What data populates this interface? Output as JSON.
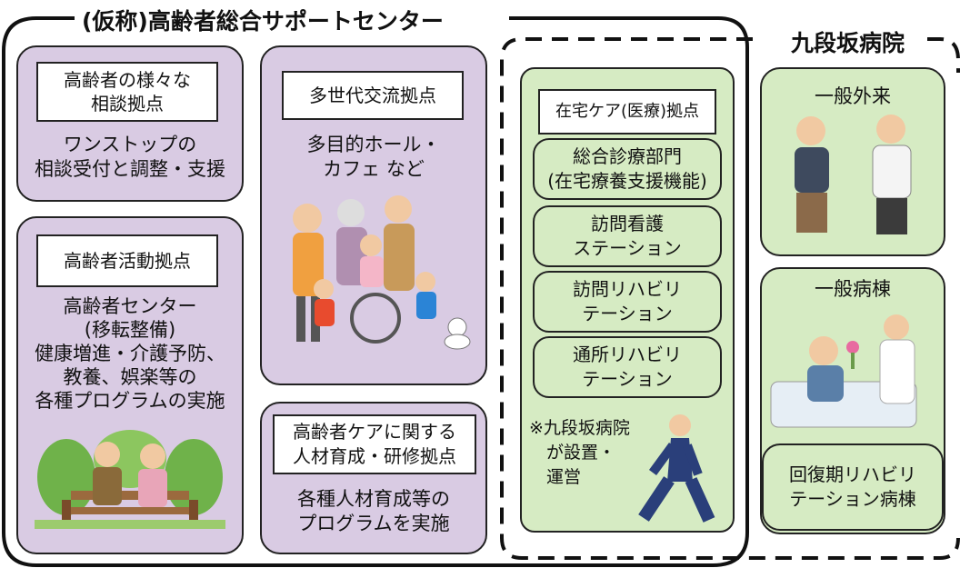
{
  "center": {
    "title": "(仮称)高齢者総合サポートセンター"
  },
  "hospital": {
    "title": "九段坂病院"
  },
  "consult": {
    "label": "高齢者の様々な\n相談拠点",
    "text": "ワンストップの\n相談受付と調整・支援"
  },
  "activity": {
    "label": "高齢者活動拠点",
    "text": "高齢者センター\n(移転整備)\n健康増進・介護予防、\n教養、娯楽等の\n各種プログラムの実施"
  },
  "exchange": {
    "label": "多世代交流拠点",
    "text": "多目的ホール・\nカフェ など"
  },
  "training": {
    "label": "高齢者ケアに関する\n人材育成・研修拠点",
    "text": "各種人材育成等の\nプログラムを実施"
  },
  "homecare": {
    "label": "在宅ケア(医療)拠点",
    "items": [
      "総合診療部門\n(在宅療養支援機能)",
      "訪問看護\nステーション",
      "訪問リハビリ\nテーション",
      "通所リハビリ\nテーション"
    ],
    "note": "※九段坂病院\n　が設置・\n　運営"
  },
  "outpatient": {
    "label": "一般外来"
  },
  "ward": {
    "label": "一般病棟"
  },
  "rehab_ward": {
    "label": "回復期リハビリ\nテーション病棟"
  }
}
